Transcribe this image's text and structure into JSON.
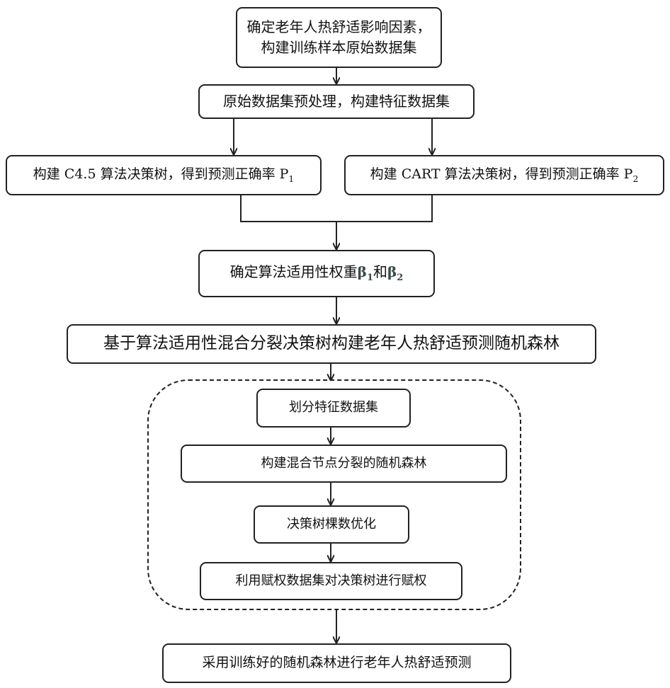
{
  "flowchart": {
    "step1": {
      "line1": "确定老年人热舒适影响因素，",
      "line2": "构建训练样本原始数据集"
    },
    "step2": "原始数据集预处理，构建特征数据集",
    "step3a": {
      "text": "构建 C4.5 算法决策树，得到预测正确率 P",
      "sub": "1"
    },
    "step3b": {
      "text": "构建 CART 算法决策树，得到预测正确率 P",
      "sub": "2"
    },
    "step4": {
      "text": "确定算法适用性权重",
      "beta1": "β",
      "beta1_sub": "1",
      "and": "和",
      "beta2": "β",
      "beta2_sub": "2"
    },
    "step5": "基于算法适用性混合分裂决策树构建老年人热舒适预测随机森林",
    "sub_steps": [
      "划分特征数据集",
      "构建混合节点分裂的随机森林",
      "决策树棵数优化",
      "利用赋权数据集对决策树进行赋权"
    ],
    "step6": "采用训练好的随机森林进行老年人热舒适预测"
  }
}
